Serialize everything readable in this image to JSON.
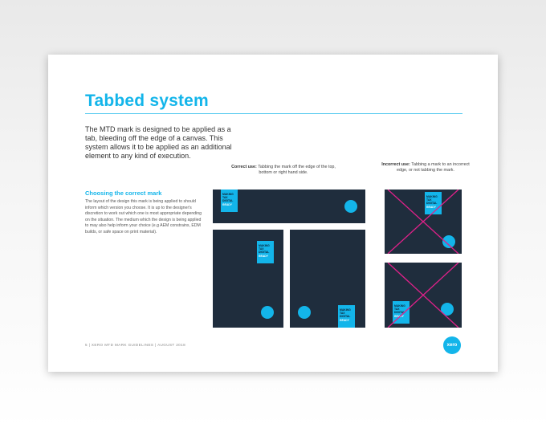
{
  "page": {
    "title": "Tabbed system",
    "intro": "The MTD mark is designed to be applied as a tab, bleeding off the edge of a canvas. This system allows it to be applied as an additional element to any kind of execution.",
    "section_heading": "Choosing the correct mark",
    "section_body": "The layout of the design this mark is being applied to should inform which version you choose. It is up to the designer's discretion to work out which one is most appropriate depending on the situation. The medium which the design is being applied to may also help inform your choice (e.g AEM constrains, EDM builds, or safe space on print material).",
    "correct_label": "Correct use:",
    "correct_text": "Tabbing the mark off the edge of the top, bottom or right hand side.",
    "incorrect_label": "Incorrect use:",
    "incorrect_text": "Tabbing a mark to an incorrect edge, or not tabbing the mark.",
    "footer": "5 | XERO MTD MARK GUIDELINES | AUGUST 2018",
    "logo_text": "xero"
  },
  "mark": {
    "line1": "MAKING",
    "line2": "TAX",
    "line3": "DIGITAL",
    "line4": "READY"
  },
  "colors": {
    "accent": "#13b5ea",
    "canvas": "#1f2d3d",
    "cross": "#e0218a"
  }
}
